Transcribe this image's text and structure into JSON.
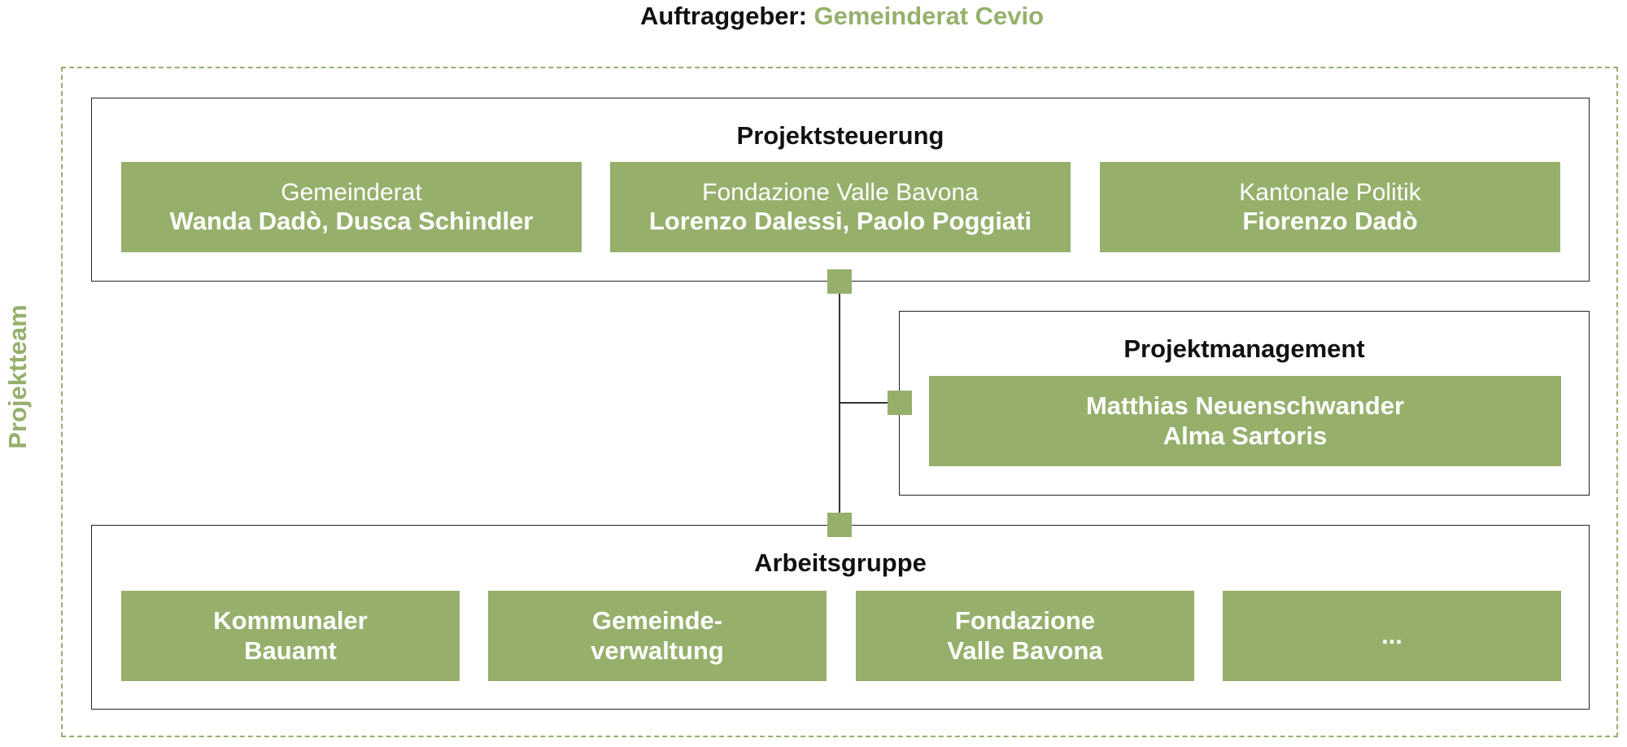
{
  "client": {
    "label": "Auftraggeber:",
    "name": "Gemeinderat Cevio"
  },
  "team_label": "Projektteam",
  "steering": {
    "title": "Projektsteuerung",
    "members": [
      {
        "role": "Gemeinderat",
        "names": "Wanda Dadò, Dusca Schindler"
      },
      {
        "role": "Fondazione Valle Bavona",
        "names": "Lorenzo Dalessi, Paolo Poggiati"
      },
      {
        "role": "Kantonale Politik",
        "names": "Fiorenzo Dadò"
      }
    ]
  },
  "management": {
    "title": "Projektmanagement",
    "names": [
      "Matthias Neuenschwander",
      "Alma Sartoris"
    ]
  },
  "working_group": {
    "title": "Arbeitsgruppe",
    "members": [
      {
        "lines": [
          "Kommunaler",
          "Bauamt"
        ]
      },
      {
        "lines": [
          "Gemeinde-",
          "verwaltung"
        ]
      },
      {
        "lines": [
          "Fondazione",
          "Valle Bavona"
        ]
      },
      {
        "lines": [
          "..."
        ]
      }
    ]
  },
  "colors": {
    "accent": "#96b06c",
    "border": "#222222",
    "text": "#111111"
  }
}
